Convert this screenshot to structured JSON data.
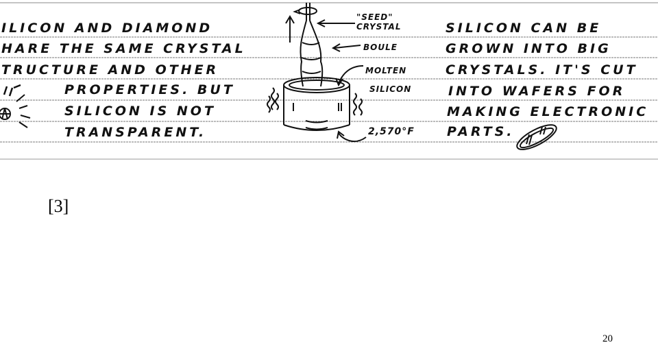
{
  "notes": {
    "left": [
      "ILICON  AND  DIAMOND",
      "HARE  THE  SAME  CRYSTAL",
      "TRUCTURE  AND  OTHER",
      "PROPERTIES.  BUT",
      "SILICON  IS  NOT",
      "TRANSPARENT."
    ],
    "diagram": {
      "seed_crystal": "\"SEED\" CRYSTAL",
      "boule": "BOULE",
      "molten": "MOLTEN",
      "silicon": "SILICON",
      "temperature": "2,570°F"
    },
    "right": [
      "SILICON  CAN  BE",
      "GROWN  INTO  BIG",
      "CRYSTALS.  IT'S  CUT",
      "INTO  WAFERS  FOR",
      "MAKING  ELECTRONIC",
      "PARTS."
    ]
  },
  "reference": "[3]",
  "page_number": "20"
}
